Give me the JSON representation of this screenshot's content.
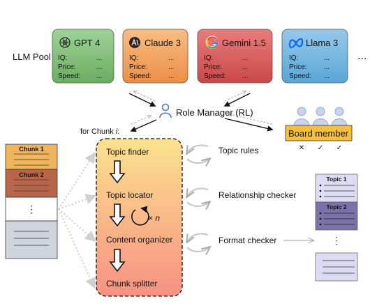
{
  "llm_pool": {
    "label": "LLM Pool",
    "ellipsis": "...",
    "models": [
      {
        "name": "GPT 4",
        "icon": "openai-logo-icon",
        "fill_top": "#9fd398",
        "fill_bottom": "#6aae5f",
        "fields": [
          {
            "label": "IQ:",
            "value": "..."
          },
          {
            "label": "Price:",
            "value": "..."
          },
          {
            "label": "Speed:",
            "value": "..."
          }
        ]
      },
      {
        "name": "Claude 3",
        "icon": "anthropic-logo-icon",
        "fill_top": "#f9bd85",
        "fill_bottom": "#ec8f45",
        "fields": [
          {
            "label": "IQ:",
            "value": "..."
          },
          {
            "label": "Price:",
            "value": "..."
          },
          {
            "label": "Speed:",
            "value": "..."
          }
        ]
      },
      {
        "name": "Gemini 1.5",
        "icon": "google-logo-icon",
        "fill_top": "#e97c7c",
        "fill_bottom": "#c94848",
        "fields": [
          {
            "label": "IQ:",
            "value": "..."
          },
          {
            "label": "Price:",
            "value": "..."
          },
          {
            "label": "Speed:",
            "value": "..."
          }
        ]
      },
      {
        "name": "Llama 3",
        "icon": "meta-logo-icon",
        "fill_top": "#96c9ea",
        "fill_bottom": "#5aa7d6",
        "fields": [
          {
            "label": "IQ:",
            "value": "..."
          },
          {
            "label": "Price:",
            "value": "..."
          },
          {
            "label": "Speed:",
            "value": "..."
          }
        ]
      }
    ]
  },
  "role_manager": {
    "label": "Role Manager (RL)",
    "icon": "person-icon",
    "icon_color": "#4a7fc1"
  },
  "board": {
    "label": "Board member",
    "box_fill": "#f7c03c",
    "icon": "person-icon",
    "icon_fill": "#c8d4ec",
    "votes": [
      "✕",
      "✓",
      "✓"
    ]
  },
  "chunk_caption": {
    "prefix": "for Chunk ",
    "var": "i",
    "suffix": ":"
  },
  "document_chunks": {
    "items": [
      {
        "label": "Chunk 1",
        "fill": "#f0b45a"
      },
      {
        "label": "Chunk 2",
        "fill": "#b9654a"
      },
      {
        "label": "⋮",
        "fill": "#ffffff"
      },
      {
        "label": "",
        "fill": "#cbd4df"
      }
    ]
  },
  "pipeline": {
    "fill_top": "#fbe28e",
    "fill_bottom": "#f79183",
    "steps": [
      "Topic finder",
      "Topic locator",
      "Content organizer",
      "Chunk splitter"
    ],
    "loop_label": "× ",
    "loop_var": "n"
  },
  "tools": [
    "Topic rules",
    "Relationship checker",
    "Format checker"
  ],
  "output_doc": {
    "sections": [
      {
        "label": "Topic 1",
        "fill": "#dcdcf2"
      },
      {
        "label": "Topic 2",
        "fill": "#7a72a8"
      }
    ],
    "ellipsis": "⋮",
    "tail_fill": "#dcdcf2"
  }
}
